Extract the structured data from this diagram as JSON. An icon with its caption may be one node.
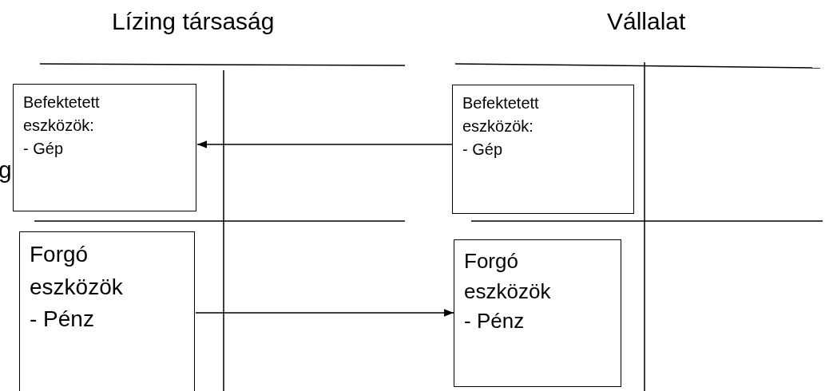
{
  "diagram": {
    "nodes": [
      {
        "text": [
          "Befektetett eszközök:",
          "- Gép"
        ]
      },
      {
        "text": [
          "Befektetett eszközök:",
          "- Gép"
        ]
      },
      {
        "text": [
          "Forgó eszközök",
          "- Pénz"
        ]
      },
      {
        "text": [
          "Forgó eszközök",
          "- Pénz"
        ]
      }
    ],
    "edges": [
      {
        "from": 1,
        "to": 0,
        "arrow": "to"
      },
      {
        "from": 2,
        "to": 3,
        "arrow": "to"
      }
    ],
    "labels": [
      "Lízing társaság",
      "Vállalat",
      "g"
    ]
  }
}
